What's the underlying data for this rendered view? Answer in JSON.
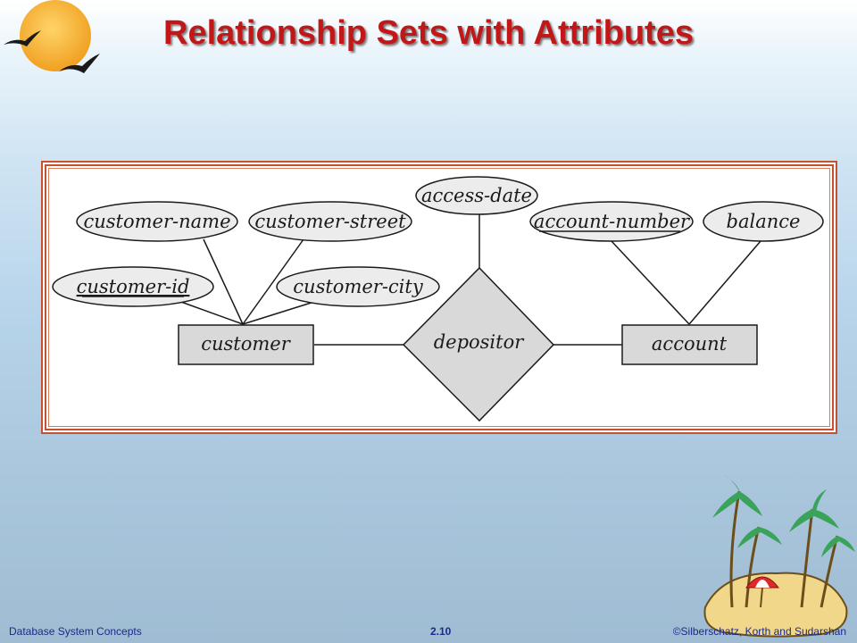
{
  "slide": {
    "title": "Relationship Sets with Attributes"
  },
  "diagram": {
    "entities": {
      "customer": "customer",
      "account": "account"
    },
    "relationship": "depositor",
    "attributes": {
      "customer_name": "customer-name",
      "customer_street": "customer-street",
      "customer_id": "customer-id",
      "customer_city": "customer-city",
      "access_date": "access-date",
      "account_number": "account-number",
      "balance": "balance"
    }
  },
  "footer": {
    "left": "Database System Concepts",
    "center": "2.10",
    "right": "©Silberschatz, Korth and Sudarshan"
  },
  "colors": {
    "title": "#c01818",
    "frame_border": "#c8502e",
    "shape_fill": "#d9d9d9",
    "footer_text": "#1b2a8a"
  }
}
